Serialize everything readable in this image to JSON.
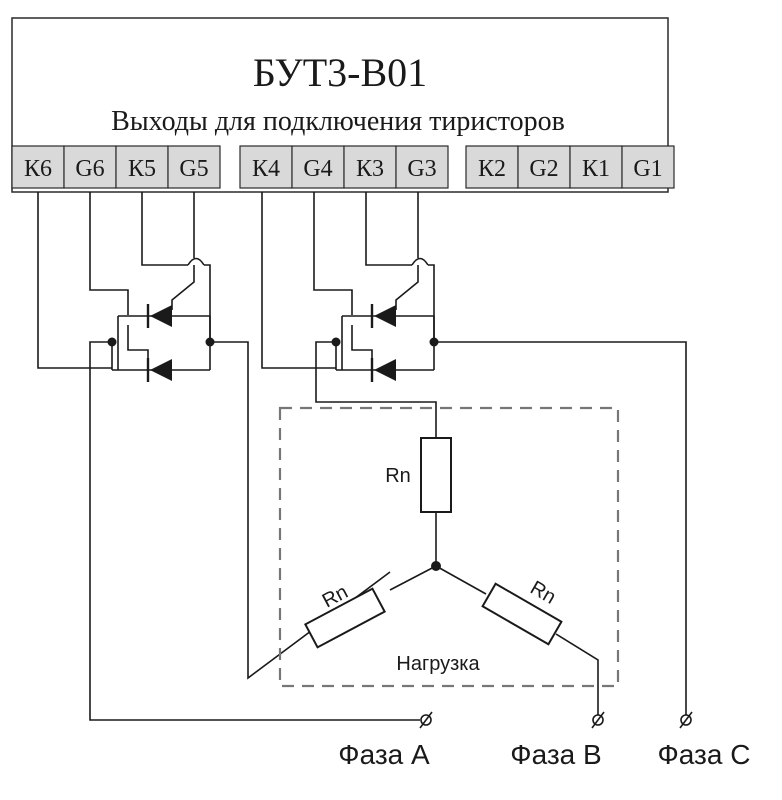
{
  "device": {
    "title": "БУТ3-В01",
    "subtitle": "Выходы для подключения тиристоров",
    "terminals": [
      "К6",
      "G6",
      "К5",
      "G5",
      "К4",
      "G4",
      "К3",
      "G3",
      "К2",
      "G2",
      "К1",
      "G1"
    ]
  },
  "load": {
    "label": "Нагрузка",
    "resistors": [
      "Rn",
      "Rn",
      "Rn"
    ]
  },
  "phases": [
    "Фаза A",
    "Фаза B",
    "Фаза C"
  ]
}
